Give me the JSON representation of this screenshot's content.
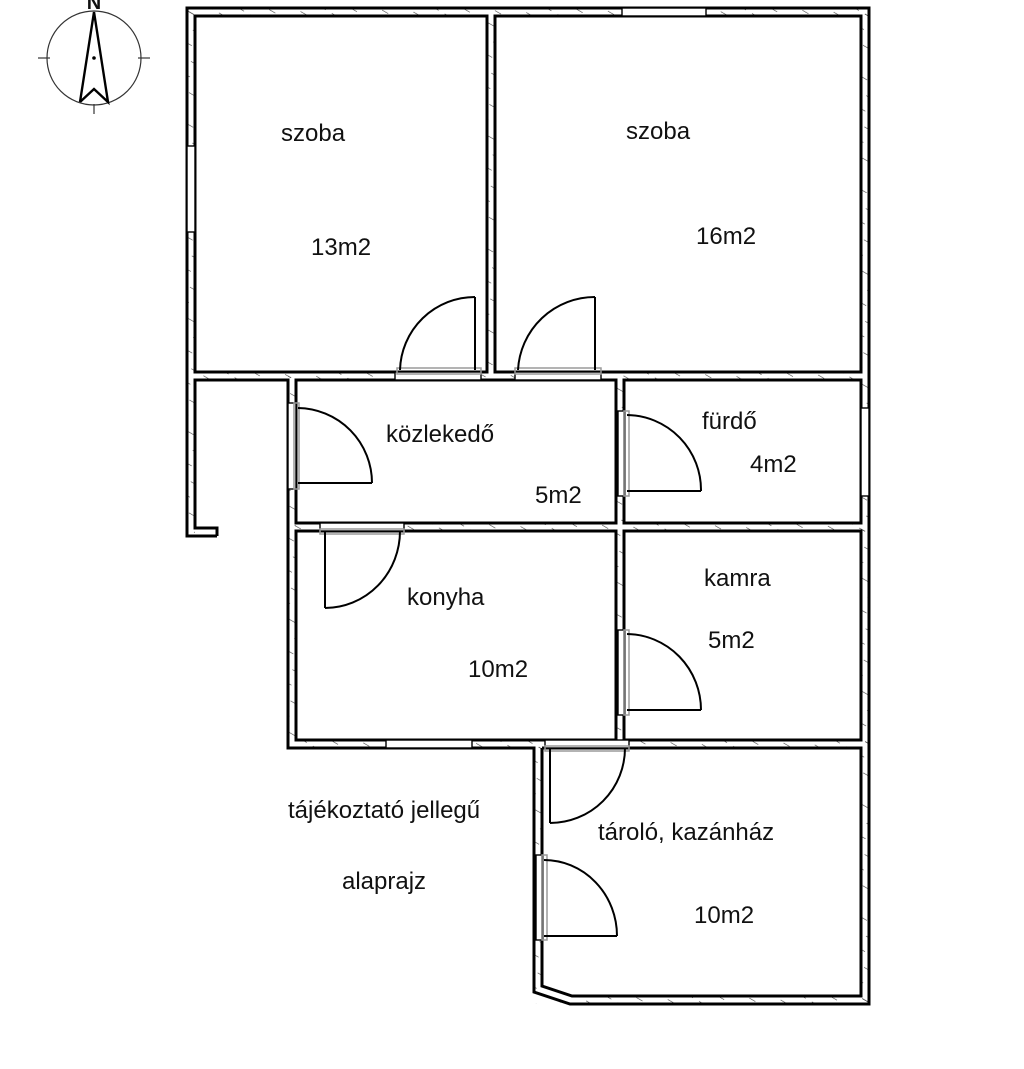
{
  "plan": {
    "note_line1": "tájékoztató jellegű",
    "note_line2": "alaprajz",
    "compass_label": "N"
  },
  "rooms": [
    {
      "name": "szoba",
      "area": "13m2"
    },
    {
      "name": "szoba",
      "area": "16m2"
    },
    {
      "name": "közlekedő",
      "area": "5m2"
    },
    {
      "name": "fürdő",
      "area": "4m2"
    },
    {
      "name": "konyha",
      "area": "10m2"
    },
    {
      "name": "kamra",
      "area": "5m2"
    },
    {
      "name": "tároló, kazánház",
      "area": "10m2"
    }
  ],
  "colors": {
    "ink": "#000000",
    "background": "#ffffff",
    "door_frame": "#9a9a9a"
  }
}
